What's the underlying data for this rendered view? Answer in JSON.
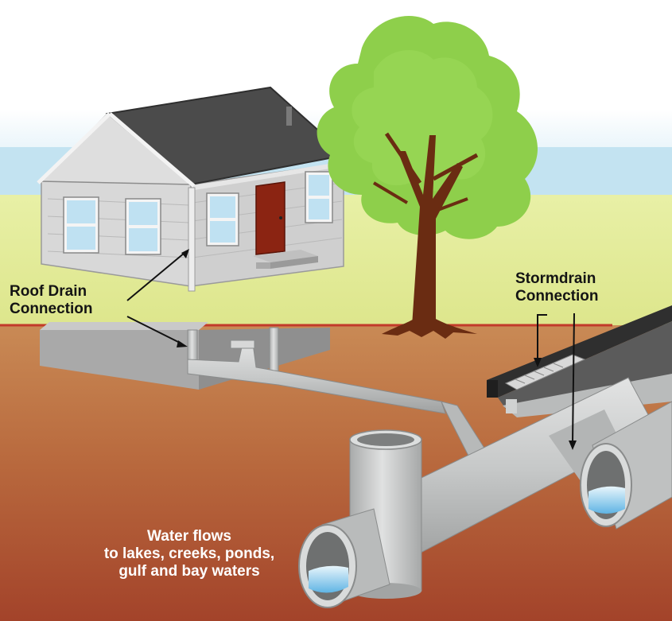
{
  "labels": {
    "roof_drain": [
      "Roof Drain",
      "Connection"
    ],
    "stormdrain": [
      "Stormdrain",
      "Connection"
    ],
    "water_flows": [
      "Water flows",
      "to lakes, creeks, ponds,",
      "gulf and bay waters"
    ]
  },
  "colors": {
    "sky": "#bfe2f2",
    "grass": "#e4ec96",
    "soil_top": "#c4804e",
    "soil_bottom": "#a8492a",
    "ground_line": "#c03a2a",
    "pipe": "#c9cbcb",
    "pipe_shadow": "#9c9e9e",
    "water": "#7ec3ea",
    "foliage": "#8ed04c",
    "trunk": "#6a2c12",
    "door": "#8b2412",
    "roof": "#4c4c4c",
    "wall": "#dcdcdc"
  },
  "icons": [
    "house",
    "tree",
    "downspout",
    "storm-grate",
    "outfall-pipe"
  ]
}
